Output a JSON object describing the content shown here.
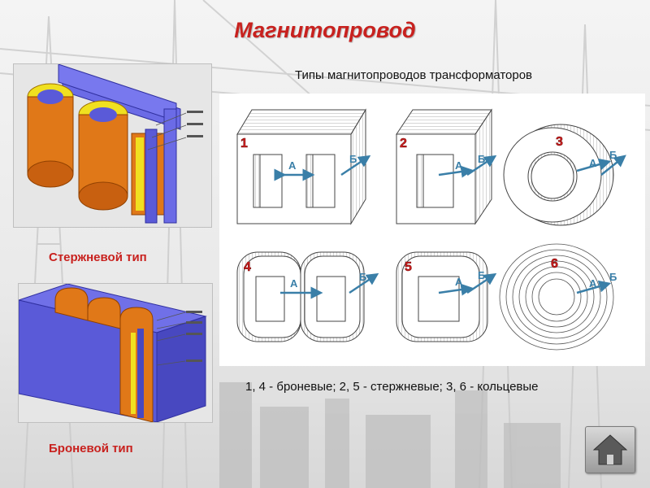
{
  "title": "Магнитопровод",
  "subtitle": "Типы магнитопроводов трансформаторов",
  "core_type_caption": "Стержневой тип",
  "shell_type_caption": "Броневой тип",
  "legend_text": "1, 4 - броневые; 2, 5 - стержневые; 3, 6 - кольцевые",
  "diagram": {
    "numbers": [
      "1",
      "2",
      "3",
      "4",
      "5",
      "6"
    ],
    "label_a": "А",
    "label_b": "Б"
  },
  "colors": {
    "title": "#c8211e",
    "coil_orange": "#e07818",
    "core_blue": "#5a5ad8",
    "yellow": "#f0e020",
    "number_red": "#d02020",
    "arrow_teal": "#3a7fa8"
  },
  "icons": {
    "home": "home-icon"
  }
}
